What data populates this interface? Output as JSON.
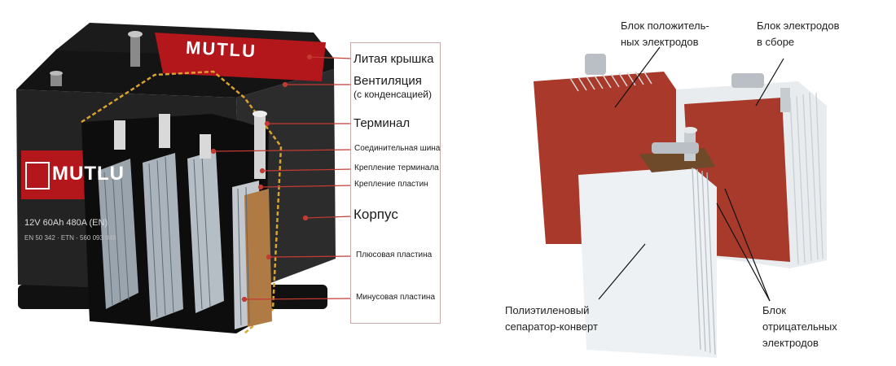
{
  "battery": {
    "brand": "MUTLU",
    "spec": "12V 60Ah 480A (EN)",
    "code": "EN 50 342 · ETN - 560 093 048",
    "labels": {
      "lid": "Литая крышка",
      "vent1": "Вентиляция",
      "vent2": "(с конденсацией)",
      "terminal": "Терминал",
      "bus": "Соединительная шина",
      "term_mount": "Крепление терминала",
      "plate_mount": "Крепление пластин",
      "case": "Корпус",
      "plus_plate": "Плюсовая пластина",
      "minus_plate": "Минусовая пластина"
    }
  },
  "electrodes": {
    "positive_block": [
      "Блок положитель-",
      "ных электродов"
    ],
    "assembled_block": [
      "Блок электродов",
      "в сборе"
    ],
    "separator": [
      "Полиэтиленовый",
      "сепаратор-конверт"
    ],
    "negative_block": [
      "Блок",
      "отрицательных",
      "электродов"
    ]
  },
  "colors": {
    "case_dark": "#1c1c1c",
    "brand_red": "#b3161b",
    "plate_red": "#b0352a",
    "leader": "#c43b32",
    "frame": "#c9a9a9"
  }
}
